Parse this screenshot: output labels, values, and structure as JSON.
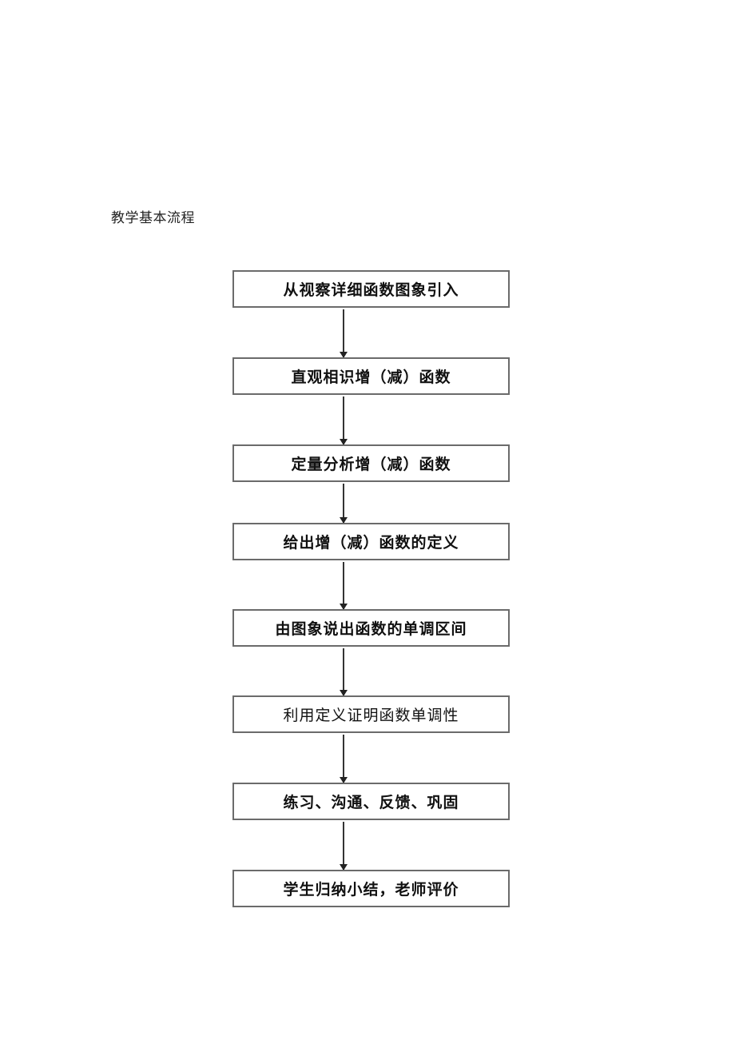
{
  "heading": "教学基本流程",
  "flowchart": {
    "steps": [
      {
        "label": "从视察详细函数图象引入",
        "bold": true
      },
      {
        "label": "直观相识增（减）函数",
        "bold": true
      },
      {
        "label": "定量分析增（减）函数",
        "bold": true
      },
      {
        "label": "给出增（减）函数的定义",
        "bold": true
      },
      {
        "label": "由图象说出函数的单调区间",
        "bold": true
      },
      {
        "label": "利用定义证明函数单调性",
        "bold": false
      },
      {
        "label": "练习、沟通、反馈、巩固",
        "bold": true
      },
      {
        "label": "学生归纳小结，老师评价",
        "bold": true
      }
    ]
  }
}
